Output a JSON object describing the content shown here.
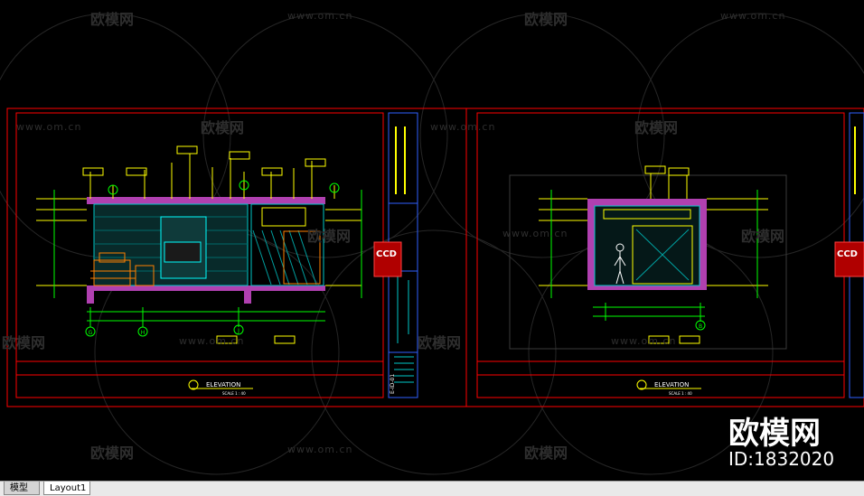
{
  "tabs": [
    {
      "label": "模型",
      "active": false
    },
    {
      "label": "Layout1",
      "active": true
    }
  ],
  "watermark": {
    "brand": "欧模网",
    "url": "www.om.cn",
    "big_brand": "欧模网",
    "id": "ID:1832020"
  },
  "sheets": [
    {
      "caption": "ELEVATION",
      "scale": "SCALE 1 : 40",
      "logo": "CCD",
      "sheet_no": "E-ID-01",
      "grid_markers": [
        "G",
        "H",
        "J"
      ]
    },
    {
      "caption": "ELEVATION",
      "scale": "SCALE 1 : 40",
      "logo": "CCD",
      "grid_markers": [
        "B"
      ]
    }
  ],
  "colors": {
    "background": "#000000",
    "frame": "#ff0000",
    "wall": "#c040c0",
    "detail": "#00c8c8",
    "annotation": "#ffff00",
    "furniture": "#ff8000",
    "dimension": "#00ff00"
  }
}
